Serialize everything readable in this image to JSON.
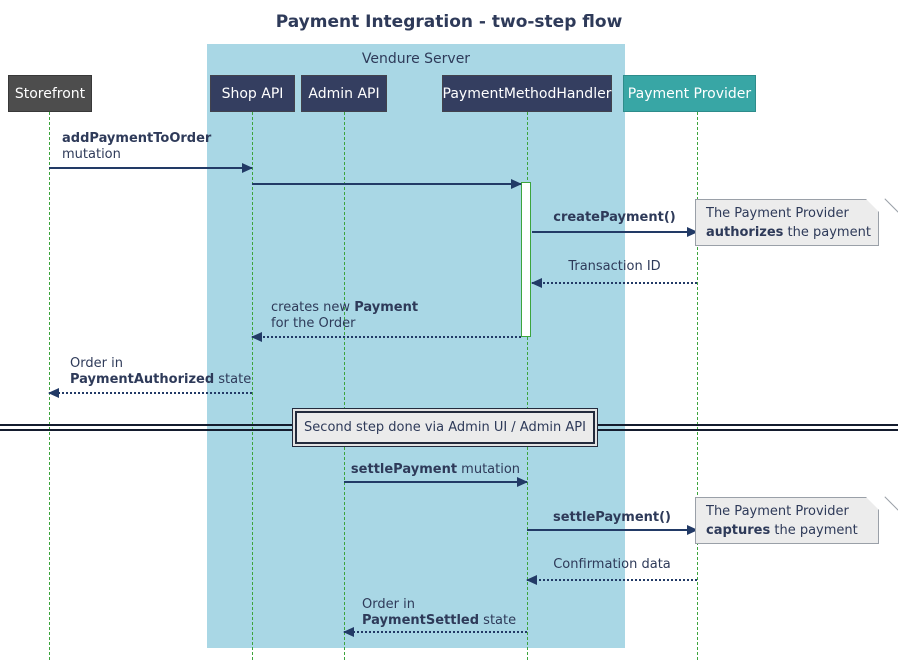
{
  "title": "Payment Integration - two-step flow",
  "container": {
    "label": "Vendure Server"
  },
  "participants": [
    {
      "id": "storefront",
      "label": "Storefront"
    },
    {
      "id": "shop-api",
      "label": "Shop API"
    },
    {
      "id": "admin-api",
      "label": "Admin API"
    },
    {
      "id": "payment-method-handler",
      "label": "PaymentMethodHandler"
    },
    {
      "id": "payment-provider",
      "label": "Payment Provider"
    }
  ],
  "messages": {
    "add_payment": {
      "bold": "addPaymentToOrder",
      "rest": "mutation"
    },
    "create_payment": {
      "bold": "createPayment()"
    },
    "transaction_id": {
      "text": "Transaction ID"
    },
    "creates_payment": {
      "pre": "creates new ",
      "bold": "Payment",
      "line2": "for the Order"
    },
    "order_authorized": {
      "line1": "Order in",
      "bold": "PaymentAuthorized",
      "rest": " state"
    },
    "settle_mutation": {
      "bold": "settlePayment",
      "rest": " mutation"
    },
    "settle_call": {
      "bold": "settlePayment()"
    },
    "confirmation": {
      "text": "Confirmation data"
    },
    "order_settled": {
      "line1": "Order in",
      "bold": "PaymentSettled",
      "rest": " state"
    }
  },
  "notes": {
    "authorize": {
      "line1": "The Payment Provider",
      "bold": "authorizes",
      "rest": " the payment"
    },
    "capture": {
      "line1": "The Payment Provider",
      "bold": "captures",
      "rest": " the payment"
    }
  },
  "divider": {
    "label": "Second step done via Admin UI / Admin API"
  },
  "colors": {
    "container_bg": "#a9d7e5",
    "participant_navy": "#343e60",
    "participant_teal": "#38a6a5",
    "participant_gray": "#4d4d4d",
    "lifeline_green": "#3da43d",
    "arrow_navy": "#223a66",
    "note_bg": "#ececec",
    "divider_line": "#141c2e",
    "text": "#2e3a59"
  }
}
